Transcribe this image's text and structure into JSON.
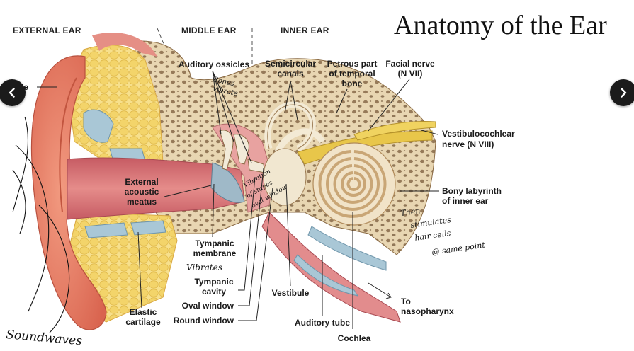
{
  "slide": {
    "title": "Anatomy of the Ear",
    "sections": {
      "external": "EXTERNAL EAR",
      "middle": "MIDDLE EAR",
      "inner": "INNER EAR"
    },
    "labels": {
      "auricle_fragment": "le",
      "auditory_ossicles": "Auditory ossicles",
      "semicircular_1": "Semicircular",
      "semicircular_2": "canals",
      "petrous_1": "Petrous part",
      "petrous_2": "of temporal",
      "petrous_3": "bone",
      "facial_1": "Facial nerve",
      "facial_2": "(N VII)",
      "vestibulo_1": "Vestibulocochlear",
      "vestibulo_2": "nerve (N VIII)",
      "ext_meatus_1": "External",
      "ext_meatus_2": "acoustic",
      "ext_meatus_3": "meatus",
      "bony_lab_1": "Bony labyrinth",
      "bony_lab_2": "of inner ear",
      "tympanic_mem_1": "Tympanic",
      "tympanic_mem_2": "membrane",
      "tympanic_cav_1": "Tympanic",
      "tympanic_cav_2": "cavity",
      "oval_window": "Oval window",
      "round_window": "Round window",
      "vestibule": "Vestibule",
      "elastic_1": "Elastic",
      "elastic_2": "cartilage",
      "auditory_tube": "Auditory tube",
      "cochlea": "Cochlea",
      "to_naso_1": "To",
      "to_naso_2": "nasopharynx"
    },
    "handwritten": {
      "bones_1": "Bones",
      "bones_2": "vibrate",
      "vib_1": "Vibration",
      "vib_2": "of stapes",
      "vib_3": "oval window",
      "tm_vibrates": "Vibrates",
      "then_1": "Then",
      "then_2": "stimulates",
      "then_3": "hair cells",
      "then_4": "@ same point",
      "soundwaves": "Soundwaves"
    }
  },
  "nav": {
    "prev_icon": "chevron-left-icon",
    "next_icon": "chevron-right-icon"
  },
  "colors": {
    "skin": "#e9826a",
    "canal": "#cd6a6e",
    "bone": "#e6d4b0",
    "fat": "#f3d678",
    "cartilage": "#a9c7d6",
    "nerve": "#e8c64a",
    "nav_bg": "#1b1b1b"
  }
}
